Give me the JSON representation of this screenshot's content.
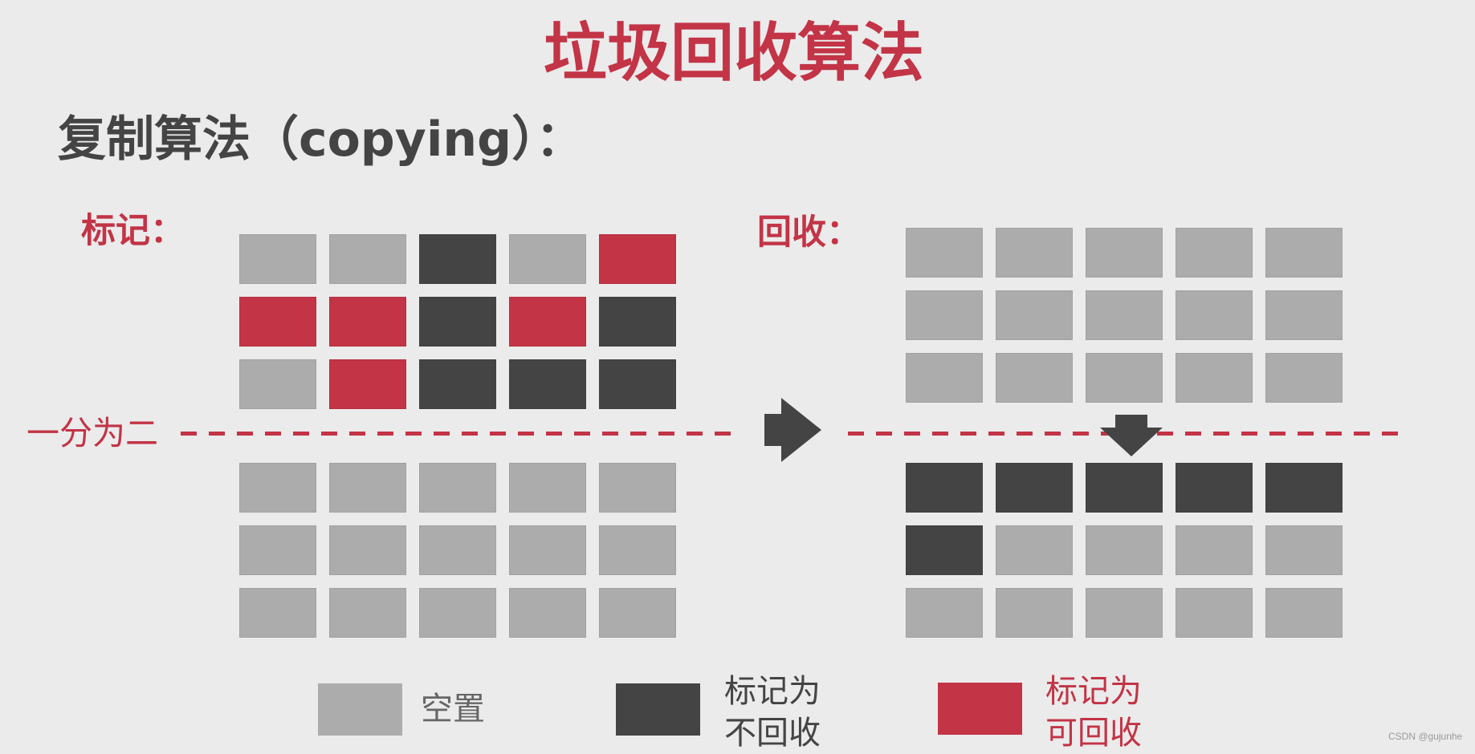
{
  "header": {
    "title": "垃圾回收算法",
    "subtitle": "复制算法（copying）："
  },
  "colors": {
    "background": "#ebebeb",
    "accent_red": "#c23446",
    "dark_gray": "#444444",
    "light_gray": "#acacac"
  },
  "mark_panel": {
    "label": "标记：",
    "upper_half": [
      [
        "empty",
        "empty",
        "live",
        "empty",
        "garbage"
      ],
      [
        "garbage",
        "garbage",
        "live",
        "garbage",
        "live"
      ],
      [
        "empty",
        "garbage",
        "live",
        "live",
        "live"
      ]
    ],
    "lower_half": [
      [
        "empty",
        "empty",
        "empty",
        "empty",
        "empty"
      ],
      [
        "empty",
        "empty",
        "empty",
        "empty",
        "empty"
      ],
      [
        "empty",
        "empty",
        "empty",
        "empty",
        "empty"
      ]
    ]
  },
  "collect_panel": {
    "label": "回收：",
    "upper_half": [
      [
        "empty",
        "empty",
        "empty",
        "empty",
        "empty"
      ],
      [
        "empty",
        "empty",
        "empty",
        "empty",
        "empty"
      ],
      [
        "empty",
        "empty",
        "empty",
        "empty",
        "empty"
      ]
    ],
    "lower_half": [
      [
        "live",
        "live",
        "live",
        "live",
        "live"
      ],
      [
        "live",
        "empty",
        "empty",
        "empty",
        "empty"
      ],
      [
        "empty",
        "empty",
        "empty",
        "empty",
        "empty"
      ]
    ]
  },
  "divider": {
    "label": "一分为二"
  },
  "arrows": {
    "transition": "right-arrow",
    "copy_direction": "down-arrow"
  },
  "legend": [
    {
      "key": "empty",
      "line1": "空置",
      "line2": ""
    },
    {
      "key": "live",
      "line1": "标记为",
      "line2": "不回收"
    },
    {
      "key": "garbage",
      "line1": "标记为",
      "line2": "可回收"
    }
  ],
  "watermark": "CSDN @gujunhe"
}
